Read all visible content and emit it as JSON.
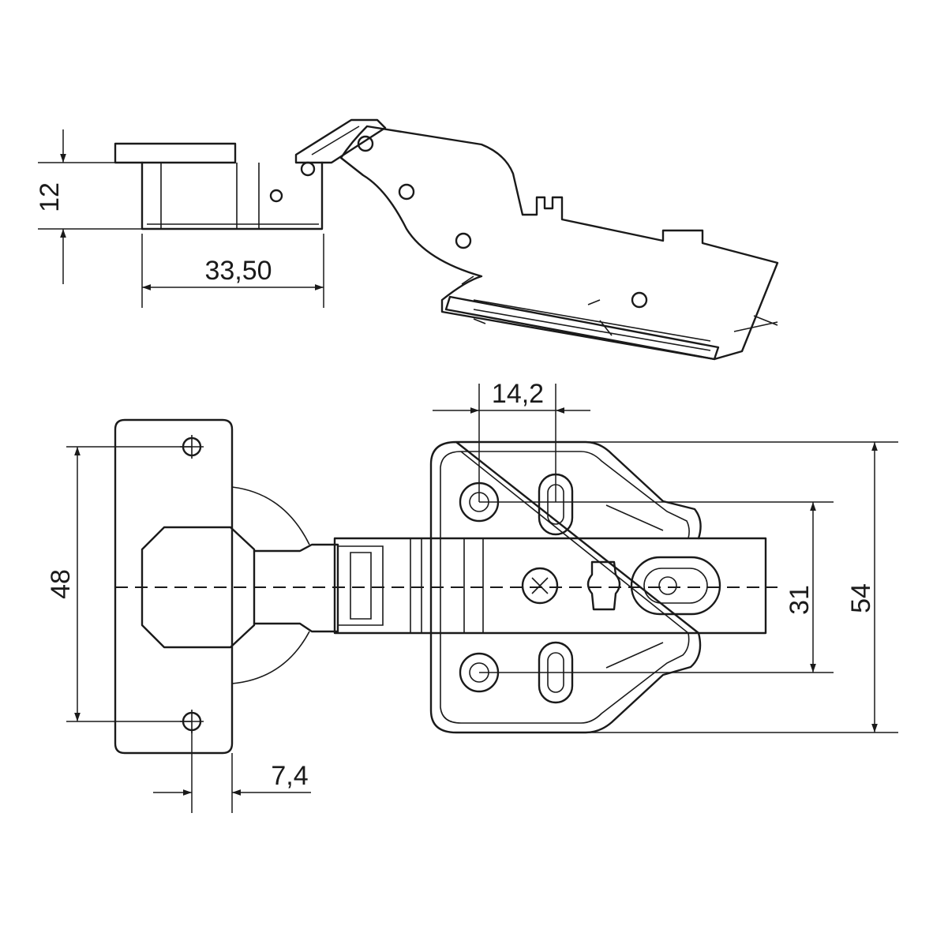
{
  "dimensions": {
    "d12": "12",
    "d33_50": "33,50",
    "d14_2": "14,2",
    "d48": "48",
    "d31": "31",
    "d54": "54",
    "d7_4": "7,4"
  },
  "colors": {
    "line": "#1a1a1a",
    "background": "#ffffff"
  }
}
